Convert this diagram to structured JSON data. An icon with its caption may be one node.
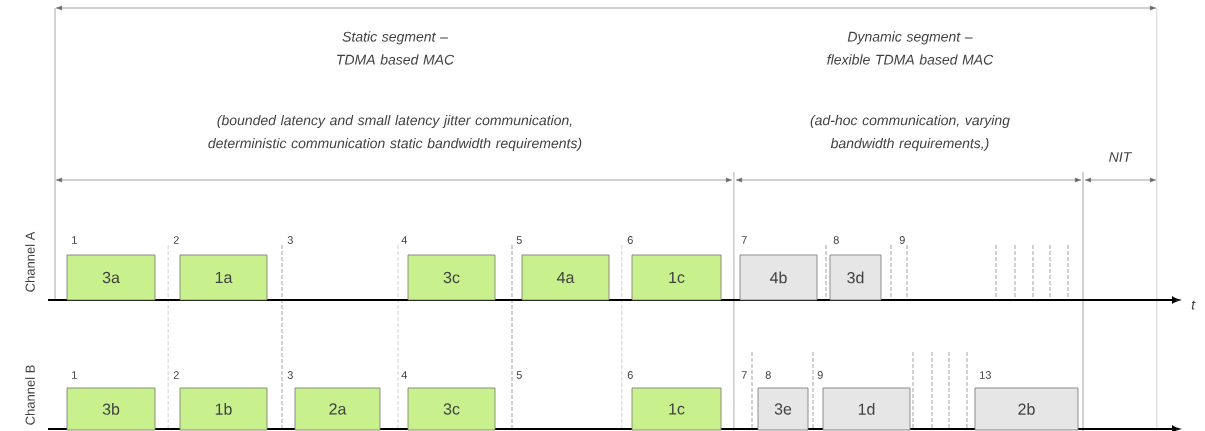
{
  "diagram": {
    "nodes": [
      {
        "text": [
          "3a"
        ]
      },
      {
        "text": [
          "1a"
        ]
      },
      {
        "text": [
          "3c"
        ]
      },
      {
        "text": [
          "4a"
        ]
      },
      {
        "text": [
          "1c"
        ]
      },
      {
        "text": [
          "4b"
        ]
      },
      {
        "text": [
          "3d"
        ]
      },
      {
        "text": [
          "3b"
        ]
      },
      {
        "text": [
          "1b"
        ]
      },
      {
        "text": [
          "2a"
        ]
      },
      {
        "text": [
          "3c"
        ]
      },
      {
        "text": [
          "1c"
        ]
      },
      {
        "text": [
          "3e"
        ]
      },
      {
        "text": [
          "1d"
        ]
      },
      {
        "text": [
          "2b"
        ]
      }
    ],
    "labels": [
      "Static segment – TDMA based MAC",
      "Dynamic segment – flexible TDMA based MAC",
      "(bounded latency and small latency jitter communication, deterministic communication static bandwidth requirements)",
      "(ad-hoc communication, varying bandwidth requirements,)",
      "NIT",
      "Channel A",
      "1",
      "2",
      "3",
      "4",
      "5",
      "6",
      "7",
      "8",
      "9",
      "t",
      "Channel B",
      "1",
      "2",
      "3",
      "4",
      "5",
      "6",
      "7",
      "8",
      "9",
      "13"
    ]
  }
}
